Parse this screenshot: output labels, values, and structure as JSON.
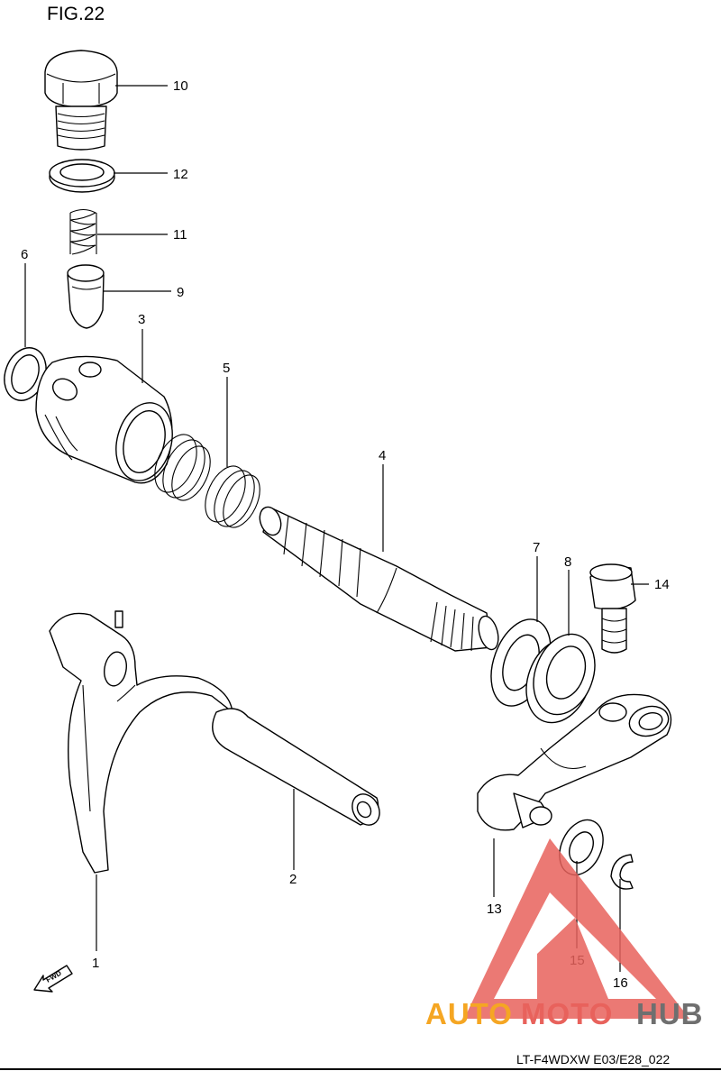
{
  "figure_title": "FIG.22",
  "footer_code": "LT-F4WDXW E03/E28_022",
  "fwd_label": "FWD",
  "callouts": {
    "c1": "1",
    "c2": "2",
    "c3": "3",
    "c4": "4",
    "c5": "5",
    "c6": "6",
    "c7": "7",
    "c8": "8",
    "c9": "9",
    "c10": "10",
    "c11": "11",
    "c12": "12",
    "c13": "13",
    "c14": "14",
    "c15": "15",
    "c16": "16"
  },
  "watermark": {
    "part_a": "AUTO",
    "part_b": "MOTO",
    "part_c": "HUB",
    "colors": {
      "auto": "#f5a623",
      "moto": "#e8625c",
      "hub": "#6f6f6f",
      "triangle": "#e8625c"
    }
  }
}
